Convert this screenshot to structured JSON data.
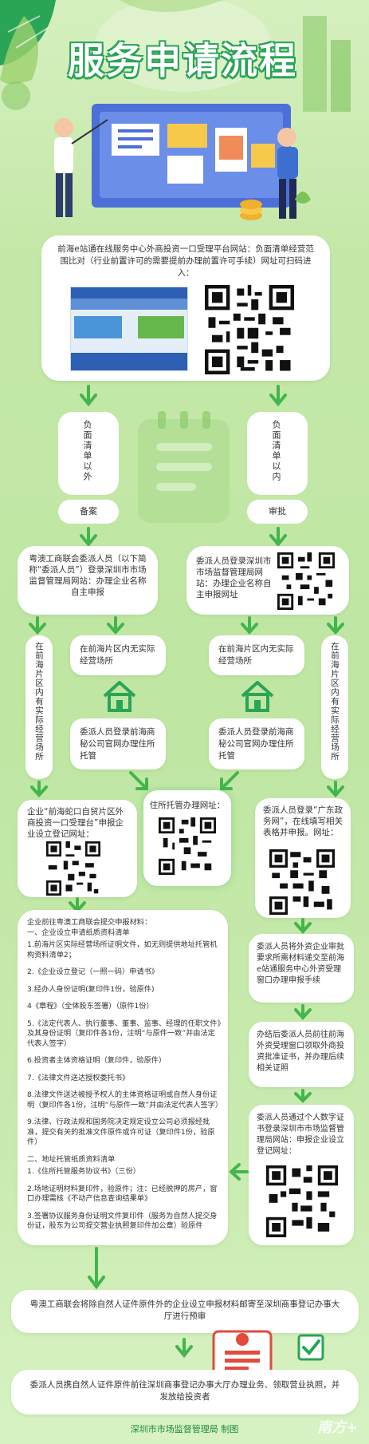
{
  "header": {
    "title": "服务申请流程"
  },
  "intro": {
    "text": "前海e站通在线服务中心外商投资一口受理平台网站：负面清单经营范围比对（行业前置许可的需要提前办理前置许可手续）网址可扫码进入："
  },
  "branches": {
    "left_label": "负面清单以外",
    "left_tag": "备案",
    "right_label": "负面清单以内",
    "right_tag": "审批"
  },
  "left_flow": {
    "name_step": "粤澳工商联会委派人员（以下简称“委派人员”）登录深圳市市场监督管理局网站：办理企业名称自主申报",
    "has_site": "在前海片区内有实际经营场所",
    "no_site": "在前海片区内无实际经营场所",
    "trustee": "委派人员登录前海商秘公司官网办理住所托管",
    "register": "企业“前海蛇口自贸片区外商投资一口受理台”申报企业设立登记网址："
  },
  "right_flow": {
    "name_step": "委派人员登录深圳市市场监督管理局网站：办理企业名称自主申报网址",
    "has_site": "在前海片区内有实际经营场所",
    "no_site": "在前海片区内无实际经营场所",
    "trustee": "委派人员登录前海商秘公司官网办理住所托管",
    "gd_step": "委派人员登录“广东政务网”，在线填写相关表格并申报。网址：",
    "submit_step": "委派人员将外资企业审批要求所需材料递交至前海e站通服务中心外资受理窗口办理申报手续",
    "approval_step": "办结后委派人员前往前海外资受理窗口领取外商投资批准证书，并办理后续相关证照",
    "id_step": "委派人员通过个人数字证书登录深圳市市场监督管理局网站：申报企业设立登记网址："
  },
  "center": {
    "trustee_url": "住所托管办理网址："
  },
  "materials": {
    "heading": "企业前往粤澳工商联会提交申报材料：",
    "section1": "一、企业设立申请纸质资料清单",
    "items": [
      "1.前海片区实际经营场所证明文件，如无则提供地址托管机构资料清单2；",
      "2.《企业设立登记（一照一码）申请书》",
      "3.经办人身份证明(复印件1份，验原件)",
      "4《章程》（全体股东签署）（原件1份）",
      "5.《法定代表人、执行董事、董事、监事、经理的任职文件》及其身份证明（复印件各1份，注明“与原件一致”并由法定代表人签字）",
      "6.投资者主体资格证明（复印件，验原件）",
      "7.《法律文件送达授权委托书》",
      "8.法律文件送达被授予权人的主体资格证明或自然人身份证明（复印件各1份，注明“与原件一致”并由法定代表人签字）",
      "9.法律、行政法规和国务院决定规定设立公司必须报经批准，提交有关的批准文件原件或许可证（复印件1份，验原件）"
    ],
    "section2": "二、地址托管纸质资料清单",
    "items2": [
      "1.《住所托管服务协议书》（三份）",
      "2.场地证明材料复印件，验原件；注：已经脱押的房产，窗口办理需核《不动产信息查询结果单》",
      "3.签署协议服务身份证明文件复印件（服务为自然人提交身份证，股东为公司提交营业执照复印件加公章）验原件"
    ]
  },
  "final": {
    "step1": "粤澳工商联会将除自然人证件原件外的企业设立申报材料邮寄至深圳商事登记办事大厅进行预审",
    "step2": "委派人员携自然人证件原件前往深圳商事登记办事大厅办理业务、领取营业执照，并发放给投资者"
  },
  "footer": {
    "credit": "深圳市市场监督管理局 制图",
    "watermark": "南方+"
  },
  "colors": {
    "green": "#2aa455",
    "light_green": "#bfe6a3",
    "arrow": "#43b54c"
  }
}
